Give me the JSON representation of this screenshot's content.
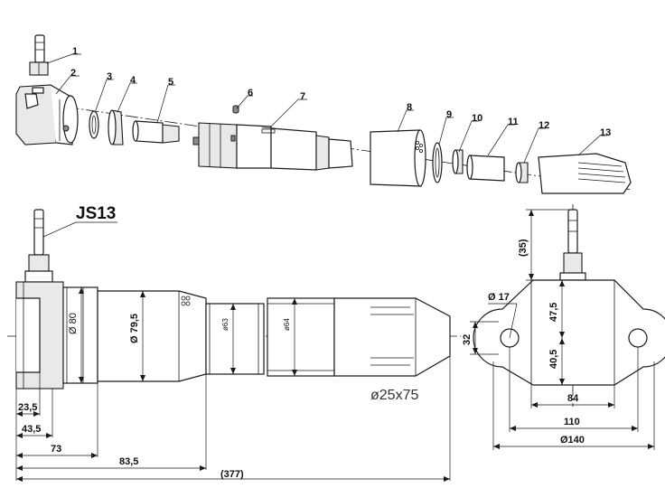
{
  "model": "JS13",
  "part_numbers": [
    "1",
    "2",
    "3",
    "4",
    "5",
    "6",
    "7",
    "8",
    "9",
    "10",
    "11",
    "12",
    "13"
  ],
  "side_view": {
    "diameters": [
      "Ø 80",
      "Ø 79,5",
      "ø63",
      "ø64"
    ],
    "nozzle_note": "ø25x75",
    "lengths": [
      "23,5",
      "43,5",
      "73",
      "83,5",
      "(377)"
    ]
  },
  "end_view": {
    "labels": [
      "(35)",
      "Ø 17",
      "47,5",
      "32",
      "40,5",
      "84",
      "110",
      "Ø140"
    ]
  }
}
